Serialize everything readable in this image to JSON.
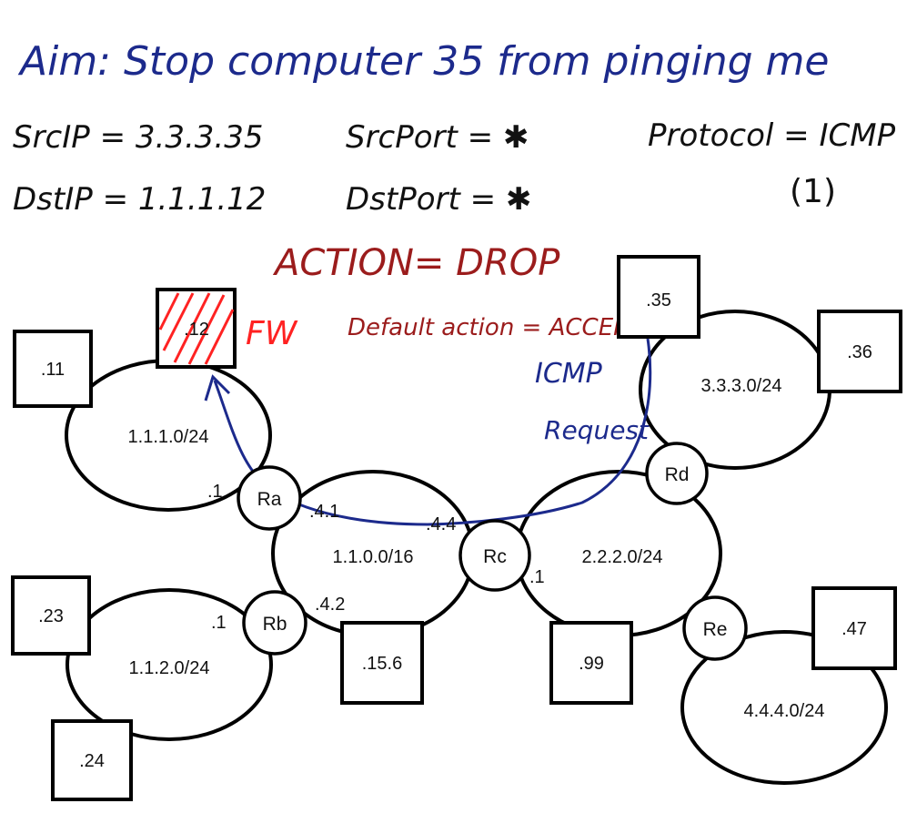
{
  "notes": {
    "aim": "Aim: Stop computer 35 from pinging me",
    "src_ip": "SrcIP = 3.3.3.35",
    "src_port": "SrcPort = ✱",
    "protocol": "Protocol = ICMP",
    "protocol_num": "(1)",
    "dst_ip": "DstIP = 1.1.1.12",
    "dst_port": "DstPort = ✱",
    "action": "ACTION= DROP",
    "fw": "FW",
    "default_action": "Default action = ACCEPT",
    "icmp": "ICMP",
    "request": "Request"
  },
  "colors": {
    "blue_ink": "#1c2a8c",
    "red_ink": "#9b1c1c",
    "bright_red": "#ff2222"
  },
  "networks": {
    "n1": "1.1.1.0/24",
    "n2": "1.1.2.0/24",
    "n3": "1.1.0.0/16",
    "n4": "2.2.2.0/24",
    "n5": "3.3.3.0/24",
    "n6": "4.4.4.0/24"
  },
  "hosts": {
    "h11": ".11",
    "h12": ".12",
    "h23": ".23",
    "h24": ".24",
    "h156": ".15.6",
    "h99": ".99",
    "h35": ".35",
    "h36": ".36",
    "h47": ".47"
  },
  "routers": {
    "ra": "Ra",
    "rb": "Rb",
    "rc": "Rc",
    "rd": "Rd",
    "re": "Re"
  },
  "interfaces": {
    "ra_1": ".1",
    "ra_41": ".4.1",
    "rb_1": ".1",
    "rb_42": ".4.2",
    "rc_44": ".4.4",
    "rc_1": ".1"
  }
}
